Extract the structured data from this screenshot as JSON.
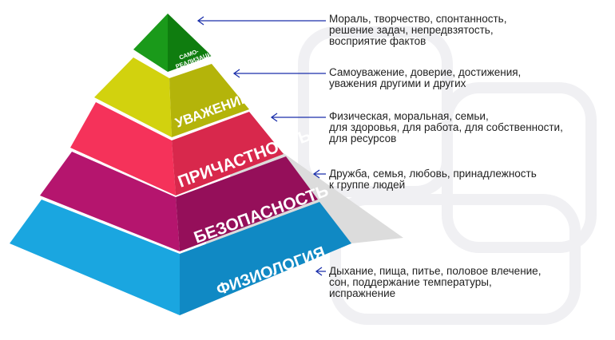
{
  "levels": [
    {
      "label": "САМО-\nРЕАЛИЗАЦИЯ",
      "label_line1": "САМО-",
      "label_line2": "РЕАЛИЗАЦИЯ",
      "color": "#1a9a1a",
      "description": "Мораль, творчество, спонтанность,\nрешение задач, непредвзятость,\nвосприятие фактов"
    },
    {
      "label": "УВАЖЕНИЕ",
      "color": "#d2d20e",
      "description": "Самоуважение, доверие, достижения,\nуважения другими и других"
    },
    {
      "label": "ПРИЧАСТНОСТЬ",
      "color": "#f5325a",
      "description": "Физическая, моральная, семьи,\nдля здоровья, для работа, для собственности,\nдля ресурсов"
    },
    {
      "label": "БЕЗОПАСНОСТЬ",
      "color": "#b5156e",
      "description": "Дружба, семья, любовь, принадлежность\nк группе людей"
    },
    {
      "label": "ФИЗИОЛОГИЯ",
      "color": "#1aa6e0",
      "description": "Дыхание, пища, питье, половое влечение,\nсон, поддержание температуры,\nиспражнение"
    }
  ],
  "arrow_color": "#1a2faa"
}
